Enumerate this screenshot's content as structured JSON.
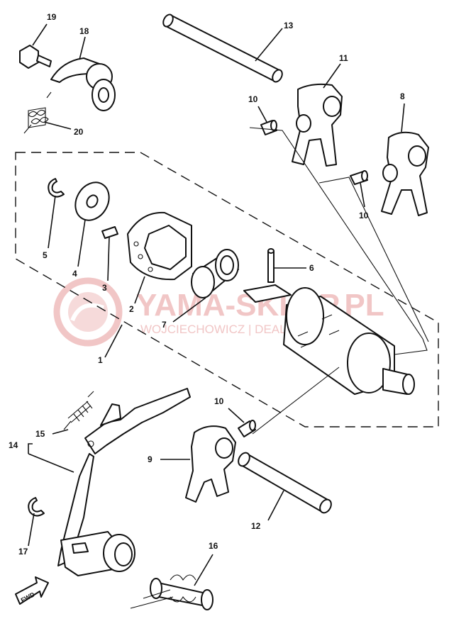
{
  "watermark": {
    "title": "YAMA-SKLEP.PL",
    "subtitle": "WOJCIECHOWICZ | DEALER YAMAHA",
    "color": "#f1c6c6"
  },
  "direction_label": "FWD",
  "callouts": {
    "c1": "1",
    "c2": "2",
    "c3": "3",
    "c4": "4",
    "c5": "5",
    "c6": "6",
    "c7": "7",
    "c8": "8",
    "c9": "9",
    "c10a": "10",
    "c10b": "10",
    "c10c": "10",
    "c11": "11",
    "c12": "12",
    "c13": "13",
    "c14": "14",
    "c15": "15",
    "c16": "16",
    "c17": "17",
    "c18": "18",
    "c19": "19",
    "c20": "20"
  }
}
